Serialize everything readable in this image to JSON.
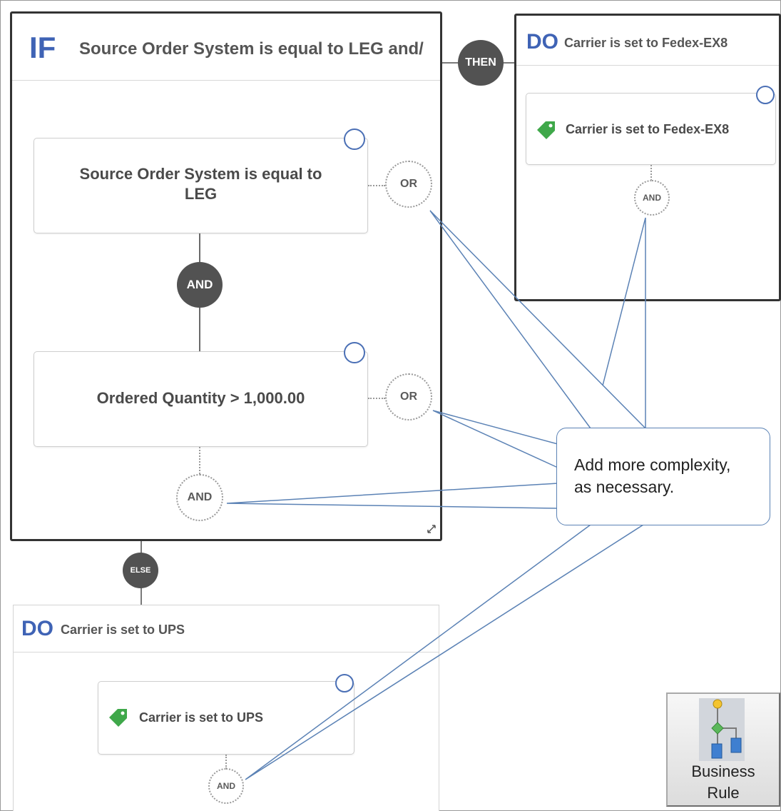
{
  "if_panel": {
    "keyword": "IF",
    "title": "Source Order System is equal to LEG and/",
    "conditions": [
      {
        "text_line1": "Source Order System is equal to",
        "text_line2": "LEG",
        "or_label": "OR"
      },
      {
        "text_line1": "Ordered Quantity > 1,000.00",
        "or_label": "OR"
      }
    ],
    "and_connector": "AND",
    "and_add": "AND"
  },
  "then_connector": "THEN",
  "else_connector": "ELSE",
  "then_panel": {
    "keyword": "DO",
    "title": "Carrier is set to Fedex-EX8",
    "action": "Carrier is set to Fedex-EX8",
    "and_add": "AND"
  },
  "else_panel": {
    "keyword": "DO",
    "title": "Carrier is set to UPS",
    "action": "Carrier is set to UPS",
    "and_add": "AND"
  },
  "callout": {
    "line1": "Add more complexity,",
    "line2": "as necessary."
  },
  "business_rule_button": {
    "line1": "Business",
    "line2": "Rule"
  },
  "colors": {
    "keyword_blue": "#3f63b5",
    "dark_node": "#525252",
    "tag_green": "#3fa84a",
    "callout_line": "#5b82b5"
  }
}
